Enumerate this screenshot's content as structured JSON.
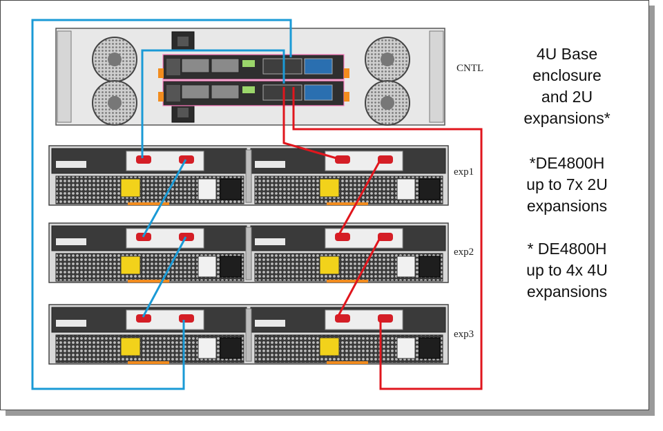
{
  "labels": {
    "controller": "CNTL",
    "expansions": [
      "exp1",
      "exp2",
      "exp3"
    ]
  },
  "notes": {
    "title_lines": [
      "4U Base",
      "enclosure",
      "and 2U",
      "expansions*"
    ],
    "note1_lines": [
      "*DE4800H",
      "up to 7x 2U",
      "expansions"
    ],
    "note2_lines": [
      "* DE4800H",
      "up to 4x 4U",
      "expansions"
    ]
  },
  "colors": {
    "path_a": "#1a9ad6",
    "path_b": "#e0161d",
    "port_red": "#d41e26"
  }
}
